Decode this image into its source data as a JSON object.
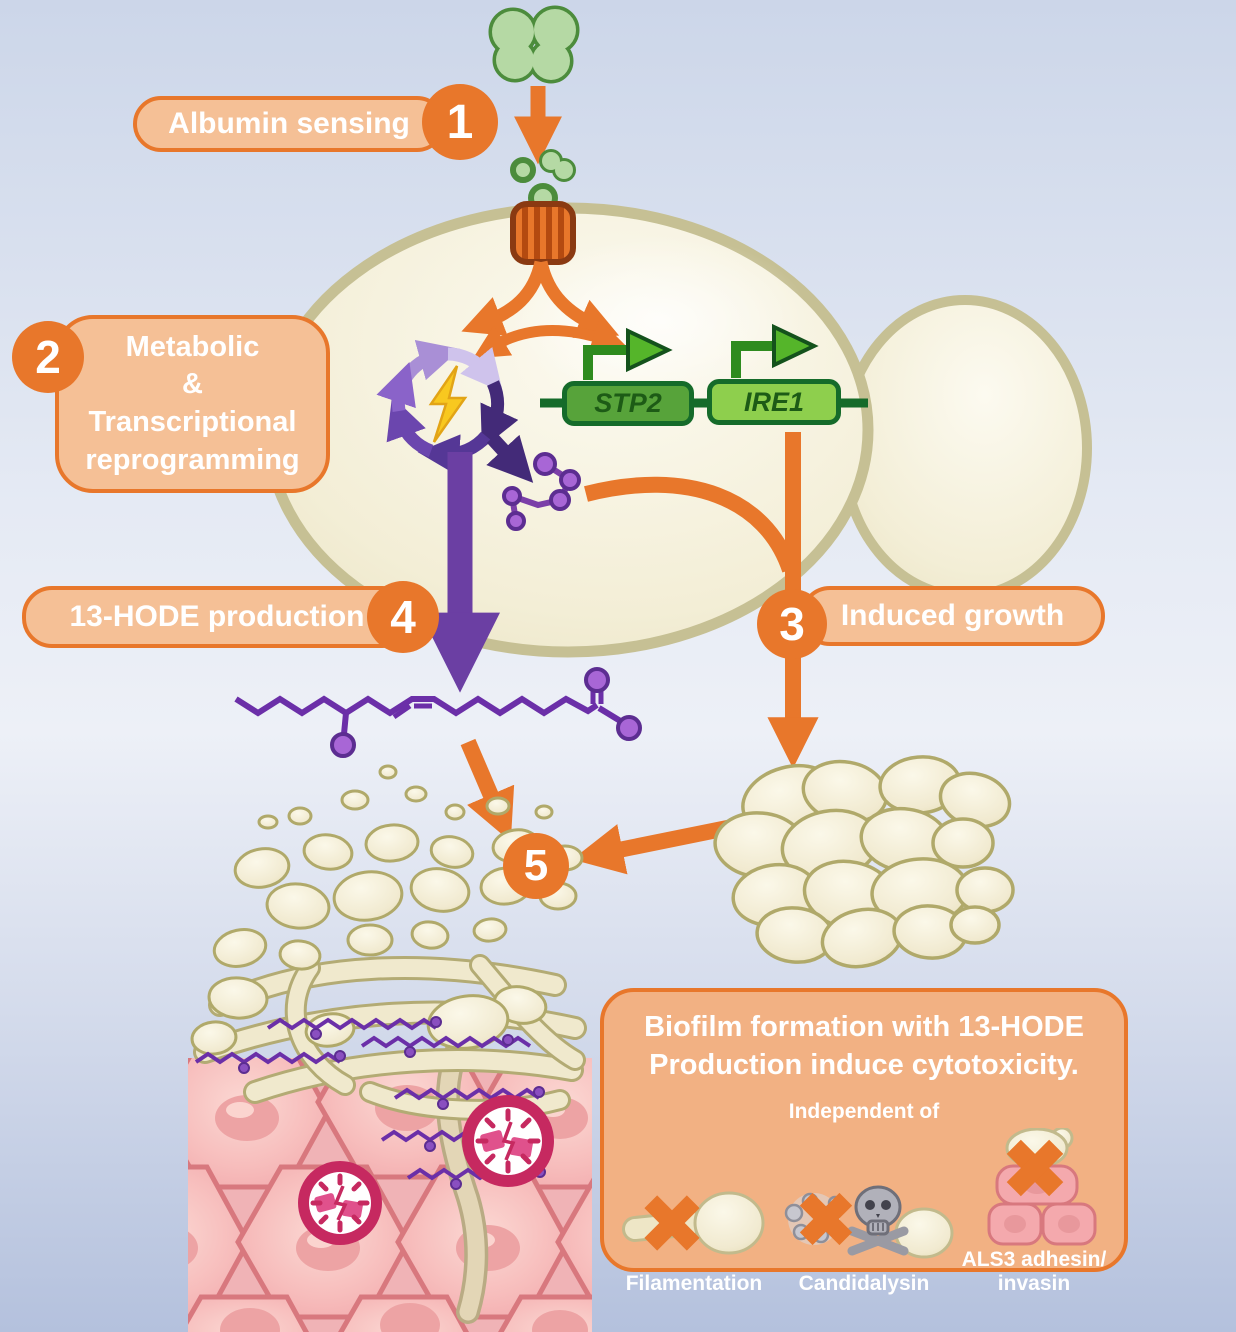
{
  "steps": {
    "albumin": {
      "num": "1",
      "label": "Albumin sensing"
    },
    "reprogramming": {
      "num": "2",
      "label": "Metabolic\n&\nTranscriptional\nreprogramming"
    },
    "induced_growth": {
      "num": "3",
      "label": "Induced growth"
    },
    "hode": {
      "num": "4",
      "label": "13-HODE production"
    },
    "convergence": {
      "num": "5"
    }
  },
  "genes": {
    "stp2": "STP2",
    "ire1": "IRE1"
  },
  "info_box": {
    "title": "Biofilm formation with 13-HODE\nProduction induce cytotoxicity.",
    "subtitle": "Independent of",
    "items": [
      {
        "label": "Filamentation"
      },
      {
        "label": "Candidalysin"
      },
      {
        "label": "ALS3 adhesin/\ninvasin"
      }
    ]
  },
  "colors": {
    "accent_orange": "#e8772b",
    "pill_fill": "#f5c096",
    "info_fill": "#f2b183",
    "purple_arrow": "#6b3fa3",
    "gene_green_dark": "#57a33a",
    "gene_green_light": "#8ecf4d",
    "cell_border": "#c6c094",
    "damage_magenta": "#c62960"
  }
}
